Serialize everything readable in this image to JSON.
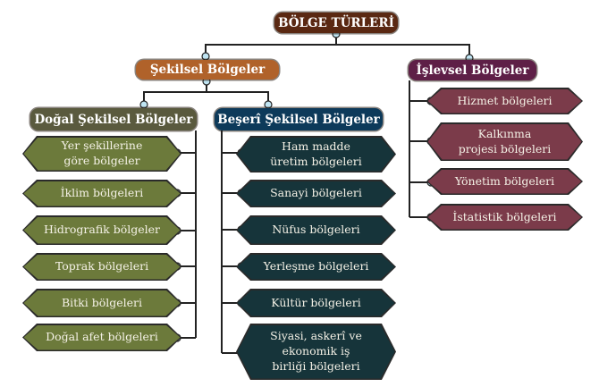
{
  "root": {
    "label": "BÖLGE TÜRLERİ"
  },
  "sekilsel": {
    "label": "Şekilsel Bölgeler",
    "dogal": {
      "label": "Doğal Şekilsel Bölgeler",
      "items": [
        "Yer şekillerine göre bölgeler",
        "İklim bölgeleri",
        "Hidrografik bölgeler",
        "Toprak bölgeleri",
        "Bitki bölgeleri",
        "Doğal afet bölgeleri"
      ]
    },
    "beseri": {
      "label": "Beşerî Şekilsel Bölgeler",
      "items": [
        "Ham madde üretim bölgeleri",
        "Sanayi bölgeleri",
        "Nüfus bölgeleri",
        "Yerleşme bölgeleri",
        "Kültür bölgeleri",
        "Siyasi, askerî ve ekonomik iş birliği bölgeleri"
      ]
    }
  },
  "islevsel": {
    "label": "İşlevsel Bölgeler",
    "items": [
      "Hizmet bölgeleri",
      "Kalkınma projesi bölgeleri",
      "Yönetim bölgeleri",
      "İstatistik bölgeleri"
    ]
  },
  "colors": {
    "root": "#5a2812",
    "sekilsel": "#b0622a",
    "dogal": "#5a5a3e",
    "beseri": "#0d3a5a",
    "islevsel": "#5e1f47",
    "connector_dot": "#bfe4f2"
  }
}
